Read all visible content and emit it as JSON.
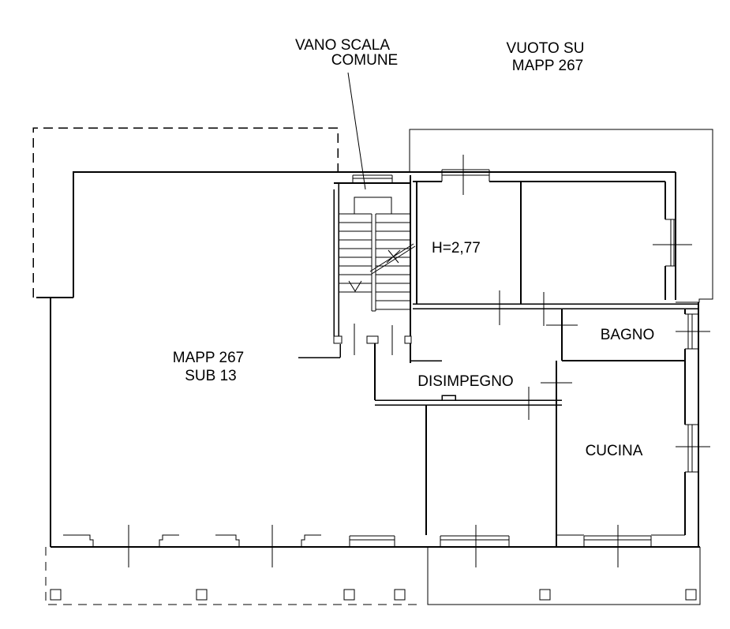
{
  "drawing": {
    "background": "#ffffff",
    "line_color": "#000000",
    "annotations": {
      "stairwell_label": {
        "line1": "VANO SCALA",
        "line2": "COMUNE"
      },
      "void_label": {
        "line1": "VUOTO SU",
        "line2": "MAPP 267"
      },
      "parcel_label": {
        "line1": "MAPP 267",
        "line2": "SUB 13"
      },
      "ceiling_height": "H=2,77"
    },
    "rooms": {
      "bathroom": "BAGNO",
      "hallway": "DISIMPEGNO",
      "kitchen": "CUCINA"
    }
  }
}
